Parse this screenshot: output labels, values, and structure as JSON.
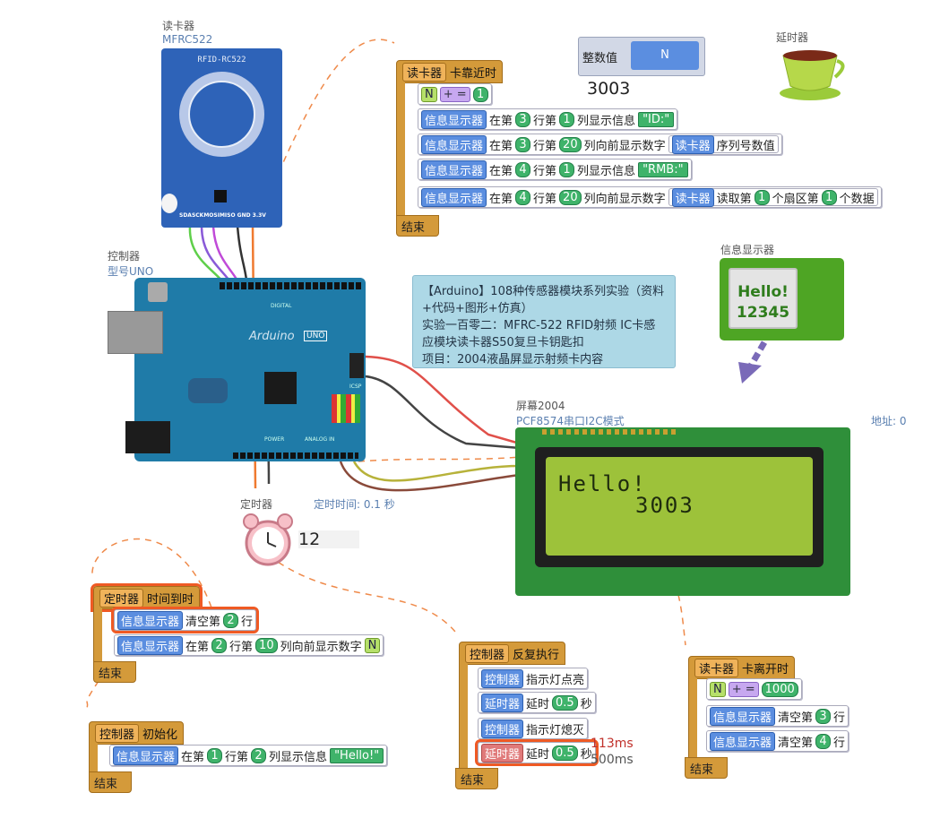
{
  "rfid": {
    "name": "读卡器",
    "model": "MFRC522",
    "chip_text": "RFID-RC522",
    "pins": "SDASCKMOSIMISO GND 3.3V"
  },
  "controller": {
    "name": "控制器",
    "model": "型号UNO",
    "board_text": "Arduino",
    "uno_badge": "UNO",
    "digital": "DIGITAL",
    "analog": "ANALOG IN",
    "power": "POWER",
    "icsp": "ICSP"
  },
  "timer": {
    "name": "定时器",
    "interval": "定时时间: 0.1 秒",
    "value": "12"
  },
  "delay_widget": {
    "name": "延时器"
  },
  "int_var": {
    "label": "整数值",
    "var": "N",
    "value": "3003"
  },
  "info_display": {
    "name": "信息显示器",
    "line1": "Hello!",
    "line2": "12345"
  },
  "lcd": {
    "name": "屏幕2004",
    "mode": "PCF8574串口I2C模式",
    "address": "地址: 0",
    "line1": "Hello!",
    "line2": "3003"
  },
  "note": {
    "text": "【Arduino】108种传感器模块系列实验（资料+代码+图形+仿真）\n实验一百零二：MFRC-522 RFID射频 IC卡感应模块读卡器S50复旦卡钥匙扣\n项目：2004液晶屏显示射频卡内容"
  },
  "blocks": {
    "card_near": {
      "event_tag": "读卡器",
      "event": "卡靠近时",
      "s0": {
        "var": "N",
        "op": "+ =",
        "num": "1"
      },
      "s1": {
        "dev": "信息显示器",
        "a": "在第",
        "row": "3",
        "b": "行第",
        "col": "1",
        "c": "列显示信息",
        "str": "\"ID:\""
      },
      "s2": {
        "dev": "信息显示器",
        "a": "在第",
        "row": "3",
        "b": "行第",
        "col": "20",
        "c": "列向前显示数字",
        "dev2": "读卡器",
        "d": "序列号数值"
      },
      "s3": {
        "dev": "信息显示器",
        "a": "在第",
        "row": "4",
        "b": "行第",
        "col": "1",
        "c": "列显示信息",
        "str": "\"RMB:\""
      },
      "s4": {
        "dev": "信息显示器",
        "a": "在第",
        "row": "4",
        "b": "行第",
        "col": "20",
        "c": "列向前显示数字",
        "dev2": "读卡器",
        "d": "读取第",
        "n1": "1",
        "e": "个扇区第",
        "n2": "1",
        "f": "个数据"
      },
      "end": "结束"
    },
    "timer_due": {
      "event_tag": "定时器",
      "event": "时间到时",
      "s1": {
        "dev": "信息显示器",
        "a": "清空第",
        "row": "2",
        "b": "行"
      },
      "s2": {
        "dev": "信息显示器",
        "a": "在第",
        "row": "2",
        "b": "行第",
        "col": "10",
        "c": "列向前显示数字",
        "var": "N"
      },
      "end": "结束"
    },
    "init": {
      "event_tag": "控制器",
      "event": "初始化",
      "s1": {
        "dev": "信息显示器",
        "a": "在第",
        "row": "1",
        "b": "行第",
        "col": "2",
        "c": "列显示信息",
        "str": "\"Hello!\""
      },
      "end": "结束"
    },
    "loop": {
      "event_tag": "控制器",
      "event": "反复执行",
      "s1": {
        "dev": "控制器",
        "a": "指示灯点亮"
      },
      "s2": {
        "dev": "延时器",
        "a": "延时",
        "num": "0.5",
        "b": "秒"
      },
      "s3": {
        "dev": "控制器",
        "a": "指示灯熄灭"
      },
      "s4": {
        "dev": "延时器",
        "a": "延时",
        "num": "0.5",
        "b": "秒"
      },
      "t1": "113ms",
      "t2": "500ms",
      "end": "结束"
    },
    "card_leave": {
      "event_tag": "读卡器",
      "event": "卡离开时",
      "s1": {
        "var": "N",
        "op": "+ =",
        "num": "1000"
      },
      "s2": {
        "dev": "信息显示器",
        "a": "清空第",
        "row": "3",
        "b": "行"
      },
      "s3": {
        "dev": "信息显示器",
        "a": "清空第",
        "row": "4",
        "b": "行"
      },
      "end": "结束"
    }
  }
}
